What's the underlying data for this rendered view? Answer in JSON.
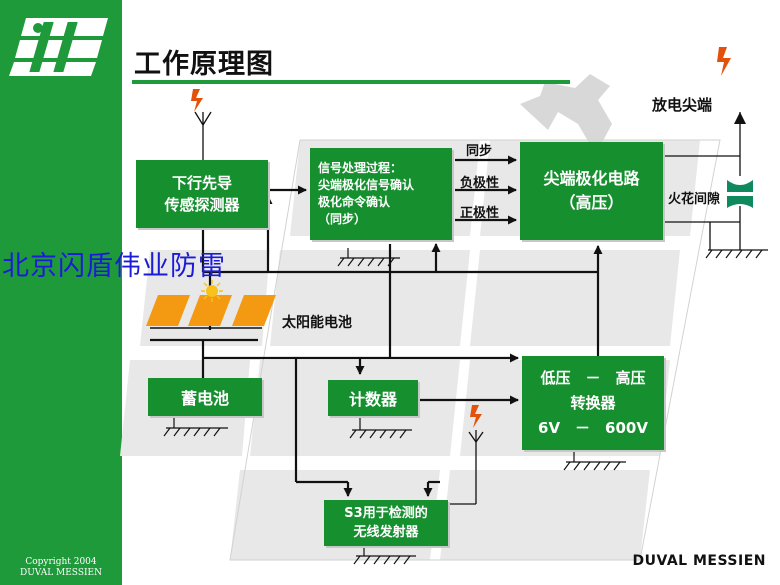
{
  "slide": {
    "title": "工作原理图",
    "watermark": "北京闪盾伟业防雷",
    "brand": "DUVAL MESSIEN",
    "copyright_line1": "Copyright 2004",
    "copyright_line2": "DUVAL MESSIEN"
  },
  "colors": {
    "green": "#16902f",
    "sidebar": "#1f9a3a",
    "arrow": "#111111",
    "lightning": "#e2520a"
  },
  "boxes": {
    "sensor": {
      "line1": "下行先导",
      "line2": "传感探测器"
    },
    "signal": {
      "line1": "信号处理过程：",
      "line2": "尖端极化信号确认",
      "line3": "极化命令确认",
      "line4": "（同步）"
    },
    "polar": {
      "line1": "尖端极化电路",
      "line2": "（高压）"
    },
    "battery": {
      "label": "蓄电池"
    },
    "counter": {
      "label": "计数器"
    },
    "converter": {
      "line1": "低压　－　高压",
      "line2": "转换器",
      "line3": "6V　－　600V"
    },
    "transmitter": {
      "line1": "S3用于检测的",
      "line2": "无线发射器"
    }
  },
  "labels": {
    "sync": "同步",
    "negative": "负极性",
    "positive": "正极性",
    "tip": "放电尖端",
    "gap": "火花间隙",
    "solar": "太阳能电池"
  }
}
